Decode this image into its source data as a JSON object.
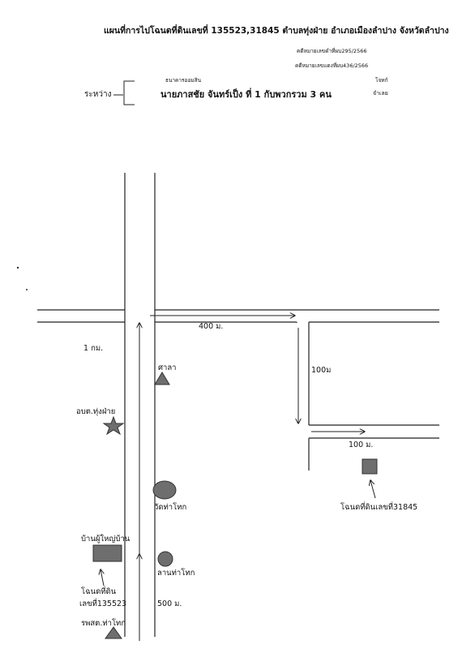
{
  "header": {
    "title": "แผนที่การไปโฉนดที่ดินเลขที่ 135523,31845 ตำบลทุ่งฝ่าย  อำเภอเมืองลำปาง จังหวัดลำปาง",
    "case_black": "คดีหมายเลขดำที่ผบ295/2566",
    "case_red": "คดีหมายเลขแดงที่ผบ436/2566",
    "between_label": "ระหว่าง",
    "plaintiff_name": "ธนาคารออมสิน",
    "defendant_name": "นายภาสชัย  จันทร์เป็ง    ที่ 1  กับพวกรวม 3  คน",
    "plaintiff_role": "โจทก์",
    "defendant_role": "จำเลย"
  },
  "map": {
    "labels": {
      "dist_400": "400 ม.",
      "dist_1km": "1  กม.",
      "dist_100m_v": "100ม",
      "dist_100m_h": "100 ม.",
      "dist_500": "500 ม.",
      "sala": "ศาลา",
      "tao": "อบต.ทุ่งฝ่าย",
      "temple": "วัดท่าโทก",
      "village_head": "บ้านผู้ใหญ่บ้าน",
      "court_yard": "ลานท่าโทก",
      "deed_31845": "โฉนดที่ดินเลขที่31845",
      "deed_135523_line1": "โฉนดที่ดิน",
      "deed_135523_line2": "เลขที่135523",
      "hospital": "รพสต.ท่าโทก"
    },
    "colors": {
      "road": "#222222",
      "marker_fill": "#6e6e6e",
      "marker_stroke": "#333333"
    },
    "icons": {
      "sala": "triangle-icon",
      "tao": "star-icon",
      "temple": "oval-icon",
      "village_head": "rectangle-icon",
      "court_yard": "circle-icon",
      "deed_31845": "square-icon",
      "hospital": "triangle-icon"
    }
  }
}
